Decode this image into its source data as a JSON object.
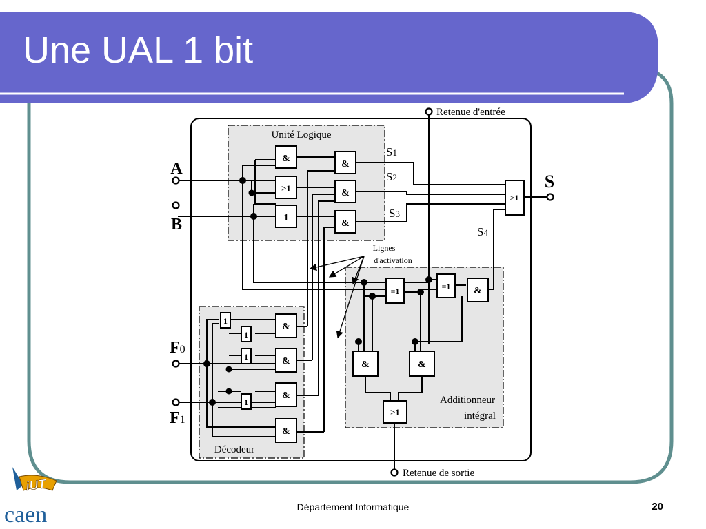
{
  "slide": {
    "title": "Une UAL 1 bit",
    "footer": "Département Informatique",
    "page_number": "20",
    "logo": {
      "mark": "iUT",
      "text": "caen"
    }
  },
  "colors": {
    "title_bar": "#6666cc",
    "frame_border": "#5f8f8f",
    "diagram_fill": "#e6e6e6"
  },
  "diagram": {
    "blocks": {
      "logic_unit": "Unité Logique",
      "decoder": "Décodeur",
      "adder_line1": "Additionneur",
      "adder_line2": "intégral"
    },
    "inputs": {
      "a": "A",
      "b": "B",
      "f0_letter": "F",
      "f0_index": "0",
      "f1_letter": "F",
      "f1_index": "1"
    },
    "carry_in": "Retenue d'entrée",
    "carry_out": "Retenue de sortie",
    "output": "S",
    "signals": {
      "s1_letter": "S",
      "s1_index": "1",
      "s2_letter": "S",
      "s2_index": "2",
      "s3_letter": "S",
      "s3_index": "3",
      "s4_letter": "S",
      "s4_index": "4"
    },
    "activation_line1": "Lignes",
    "activation_line2": "d'activation",
    "gates": {
      "and": "&",
      "or": "≥1",
      "not": "1",
      "xor": "=1",
      "or_out": ">1"
    }
  }
}
